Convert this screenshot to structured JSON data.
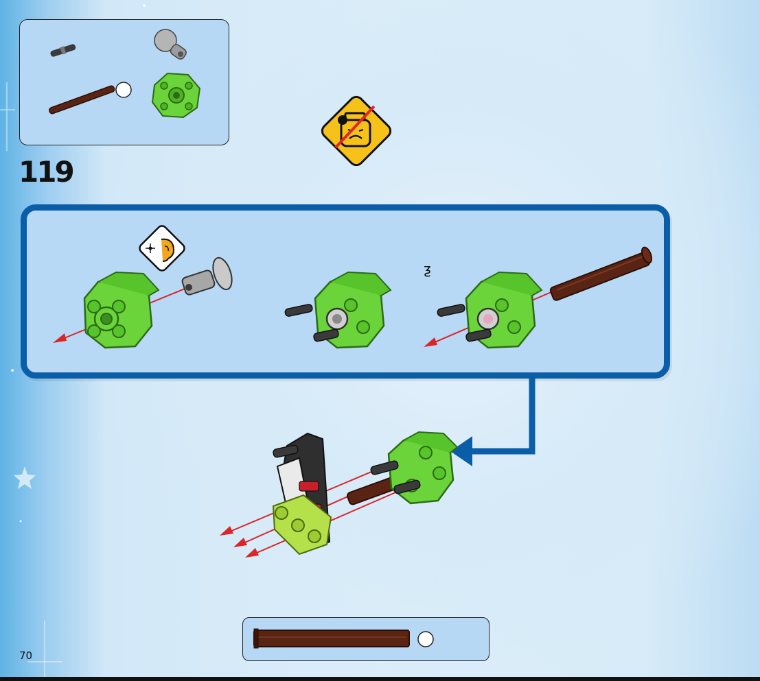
{
  "step": {
    "number": "119"
  },
  "page": {
    "number": "70"
  },
  "sub_step": {
    "stray_text": "ƺ"
  },
  "colors": {
    "frame_blue": "#0a5ea8",
    "panel_blue": "#b8d9f5",
    "lime_green": "#6ad43a",
    "warning_yellow": "#f6c21a",
    "axle_brown": "#5a2414",
    "arrow_red": "#d8262a"
  },
  "icons": {
    "warning": "small-parts-warning-icon",
    "listen": "listen-for-click-icon",
    "connector": "blue-step-arrow"
  }
}
